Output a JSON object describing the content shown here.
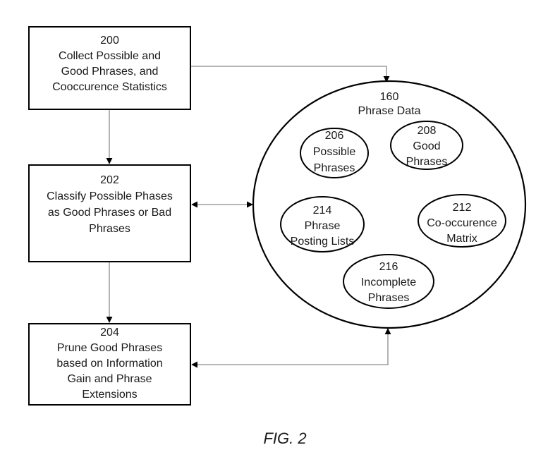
{
  "boxes": {
    "b200": {
      "number": "200",
      "lines": [
        "Collect Possible and",
        "Good Phrases, and",
        "Cooccurence Statistics"
      ]
    },
    "b202": {
      "number": "202",
      "lines": [
        "Classify Possible Phases",
        "as Good Phrases or Bad",
        "Phrases"
      ]
    },
    "b204": {
      "number": "204",
      "lines": [
        "Prune Good Phrases",
        "based on Information",
        "Gain and Phrase",
        "Extensions"
      ]
    }
  },
  "phrase_data": {
    "number": "160",
    "title": "Phrase Data",
    "items": {
      "e206": {
        "number": "206",
        "lines": [
          "Possible",
          "Phrases"
        ]
      },
      "e208": {
        "number": "208",
        "lines": [
          "Good",
          "Phrases"
        ]
      },
      "e214": {
        "number": "214",
        "lines": [
          "Phrase",
          "Posting Lists"
        ]
      },
      "e212": {
        "number": "212",
        "lines": [
          "Co-occurence",
          "Matrix"
        ]
      },
      "e216": {
        "number": "216",
        "lines": [
          "Incomplete",
          "Phrases"
        ]
      }
    }
  },
  "caption": "FIG. 2",
  "colors": {
    "stroke": "#000000",
    "connector": "#8c8c8c",
    "text": "#1a1a1a"
  }
}
